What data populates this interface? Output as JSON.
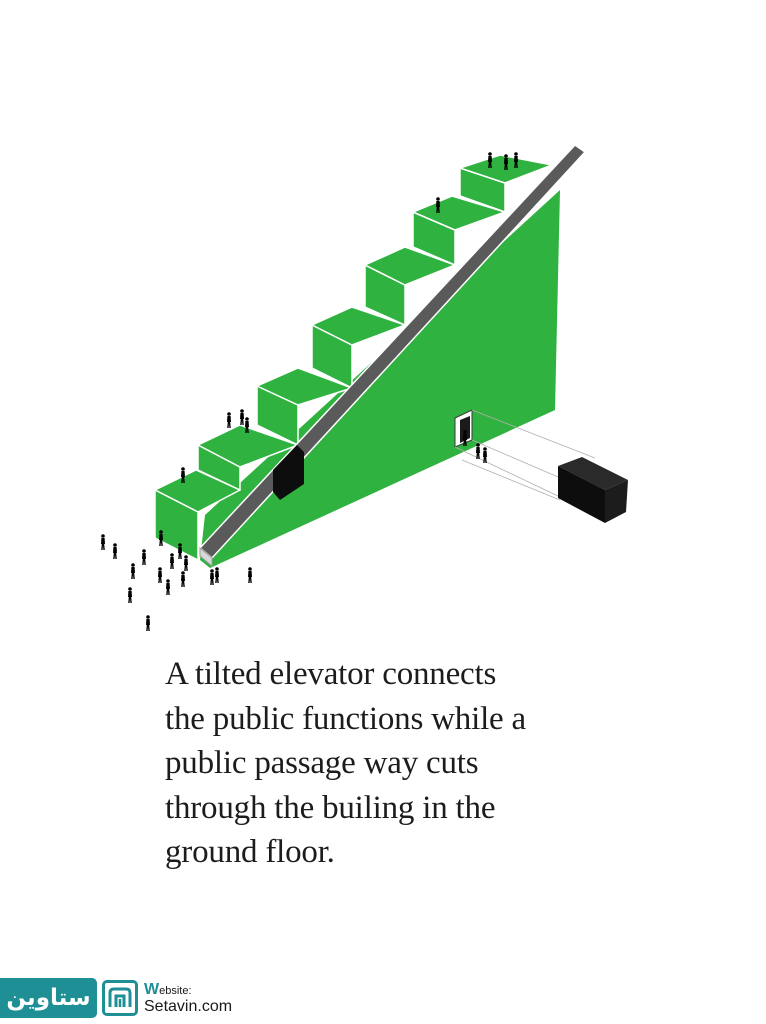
{
  "caption": {
    "lines": [
      "A tilted elevator connects",
      "the public functions while a",
      "public passage way cuts",
      "through the builing in the",
      "ground floor."
    ]
  },
  "logo": {
    "arabic_name": "ستاوین",
    "website_label": "Website:",
    "website_url": "Setavin.com",
    "accent_color": "#1f8f96"
  },
  "diagram": {
    "building_color": "#2fb23f",
    "edge_color": "#ffffff",
    "elevator_track_color": "#5a5a5a",
    "elevator_cabin_color": "#0d0d0d",
    "passage_volume_color": "#111111",
    "step_count": 7,
    "icons": [
      "person-figure-icon"
    ]
  }
}
